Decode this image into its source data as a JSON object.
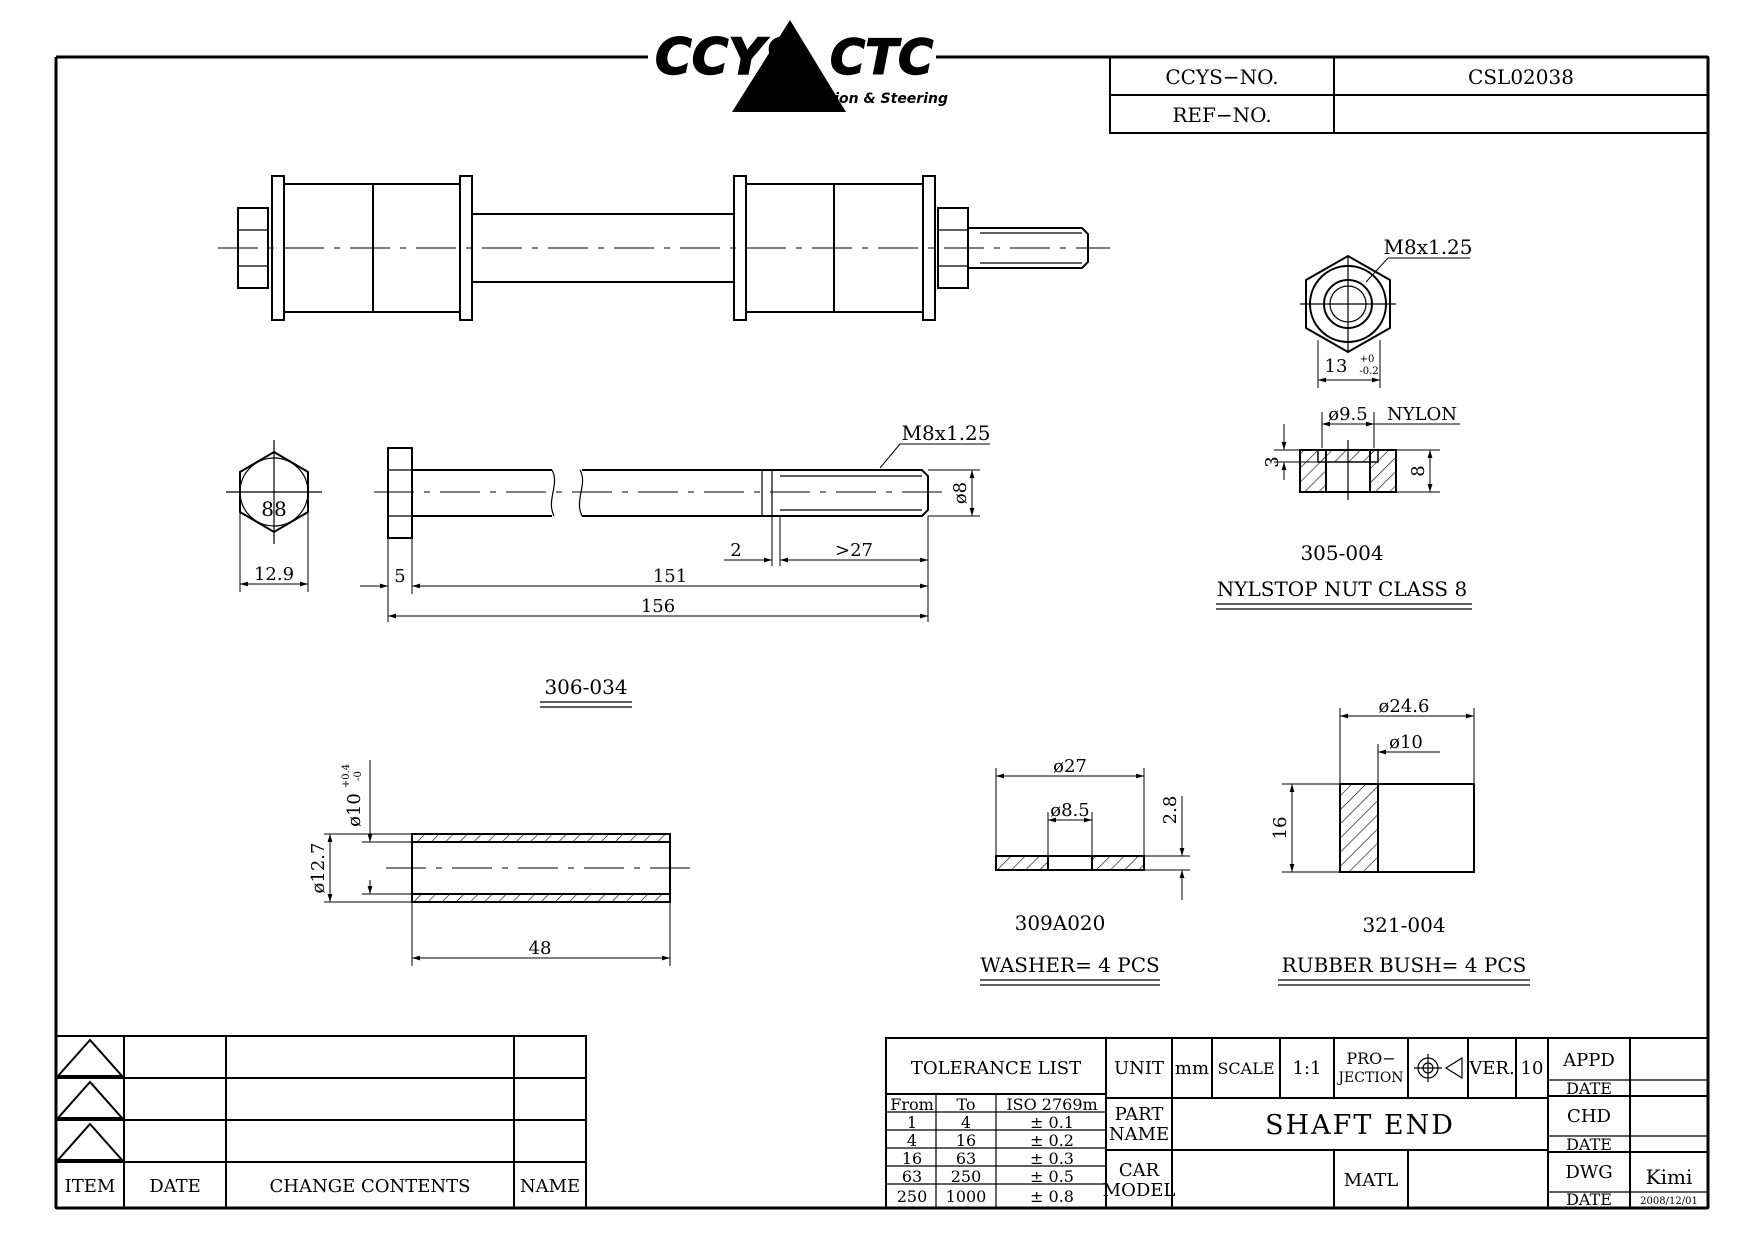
{
  "logo": {
    "left_text": "CCYS",
    "right_text": "CTC",
    "tagline": "Suspension & Steering"
  },
  "header_table": {
    "ccys_no_label": "CCYS−NO.",
    "ccys_no_value": "CSL02038",
    "ref_no_label": "REF−NO.",
    "ref_no_value": ""
  },
  "parts": {
    "bolt": {
      "part_no": "306-034",
      "thread": "M8x1.25",
      "head_mark": "88",
      "dims": {
        "across_flats": "12.9",
        "head_height": "5",
        "shank_length": "151",
        "total_length": "156",
        "gap": "2",
        "thread_length": ">27",
        "diameter": "ø8"
      }
    },
    "nut": {
      "part_no": "305-004",
      "title": "NYLSTOP  NUT  CLASS  8",
      "thread": "M8x1.25",
      "across_flats": "13",
      "tol_upper": "+0",
      "tol_lower": "-0.2",
      "insert_diameter": "ø9.5",
      "insert_label": "NYLON",
      "insert_height": "3",
      "height": "8"
    },
    "sleeve": {
      "inner_diameter": "ø10",
      "inner_tol_upper": "+0.4",
      "inner_tol_lower": "-0",
      "outer_diameter": "ø12.7",
      "length": "48"
    },
    "washer": {
      "part_no": "309A020",
      "title": "WASHER=  4  PCS",
      "outer_diameter": "ø27",
      "inner_diameter": "ø8.5",
      "thickness": "2.8"
    },
    "bush": {
      "part_no": "321-004",
      "title": "RUBBER  BUSH=  4  PCS",
      "outer_diameter": "ø24.6",
      "inner_diameter": "ø10",
      "length": "16"
    }
  },
  "revision_table": {
    "headers": [
      "ITEM",
      "DATE",
      "CHANGE  CONTENTS",
      "NAME"
    ],
    "rows": [
      [
        "",
        "",
        "",
        ""
      ],
      [
        "",
        "",
        "",
        ""
      ],
      [
        "",
        "",
        "",
        ""
      ]
    ]
  },
  "title_block": {
    "tolerance_title": "TOLERANCE  LIST",
    "tolerance_headers": [
      "From",
      "To",
      "ISO  2769m"
    ],
    "tolerance_rows": [
      [
        "1",
        "4",
        "±  0.1"
      ],
      [
        "4",
        "16",
        "±  0.2"
      ],
      [
        "16",
        "63",
        "±  0.3"
      ],
      [
        "63",
        "250",
        "±  0.5"
      ],
      [
        "250",
        "1000",
        "±  0.8"
      ]
    ],
    "unit_label": "UNIT",
    "unit_value": "mm",
    "scale_label": "SCALE",
    "scale_value": "1:1",
    "projection_label_1": "PRO−",
    "projection_label_2": "JECTION",
    "ver_label": "VER.",
    "ver_value": "10",
    "part_name_label_1": "PART",
    "part_name_label_2": "NAME",
    "part_name_value": "SHAFT  END",
    "car_model_label_1": "CAR",
    "car_model_label_2": "MODEL",
    "car_model_value": "",
    "matl_label": "MATL",
    "matl_value": "",
    "appd_label": "APPD",
    "appd_value": "",
    "appd_date_label": "DATE",
    "appd_date_value": "",
    "chd_label": "CHD",
    "chd_value": "",
    "chd_date_label": "DATE",
    "chd_date_value": "",
    "dwg_label": "DWG",
    "dwg_value": "Kimi",
    "dwg_date_label": "DATE",
    "dwg_date_value": "2008/12/01"
  }
}
